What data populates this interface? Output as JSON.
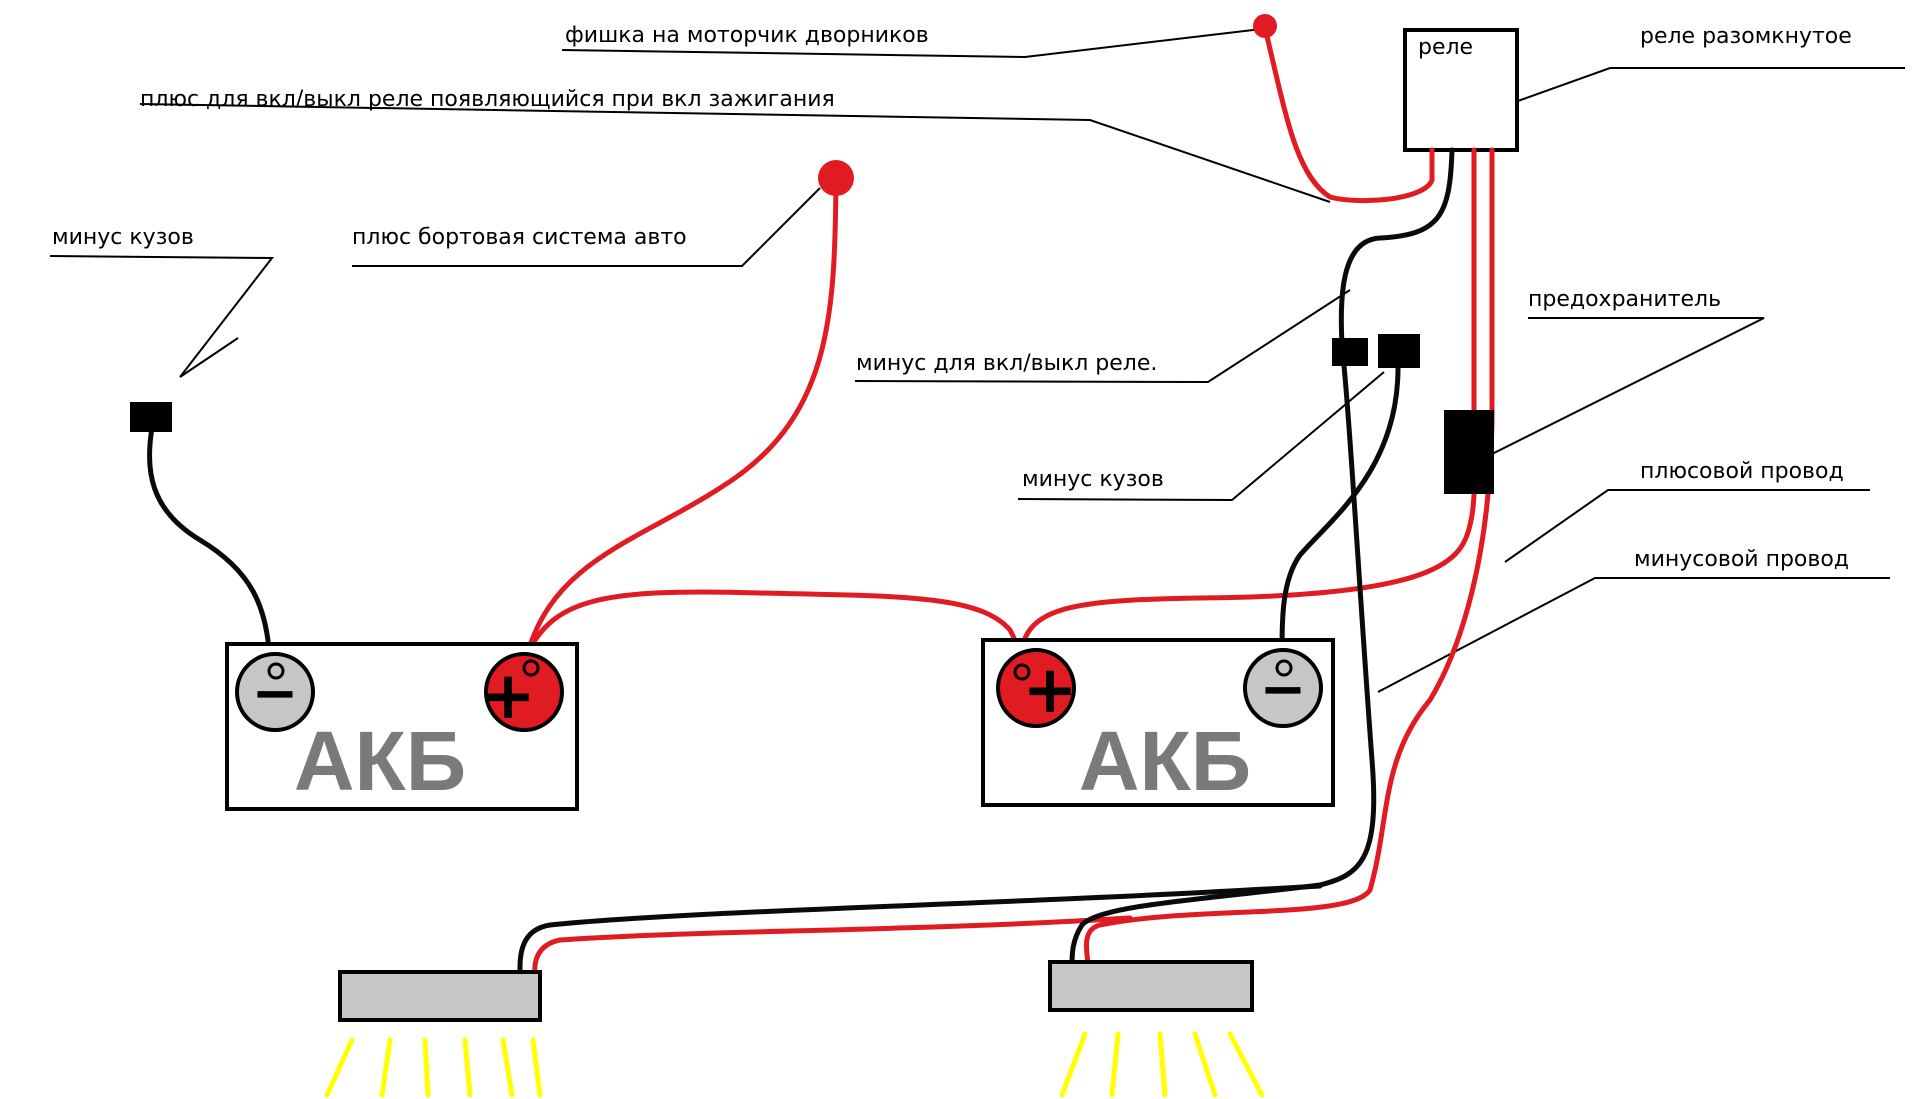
{
  "colors": {
    "wire_plus": "#e11b22",
    "wire_minus": "#0a0a0a",
    "terminal_minus": "#c6c6c6",
    "terminal_plus": "#e11b22",
    "lamp_body": "#c6c6c6",
    "light_rays": "#ffff00",
    "outline": "#000000"
  },
  "labels": {
    "fishka": "фишка на моторчик дворников",
    "plus_ignition": "плюс для вкл/выкл реле появляющийся при вкл зажигания",
    "relay": "реле",
    "relay_open": "реле разомкнутое",
    "minus_body_left": "минус кузов",
    "plus_onboard": "плюс бортовая система авто",
    "minus_relay": "минус для вкл/выкл реле.",
    "fuse": "предохранитель",
    "minus_body_right": "минус кузов",
    "plus_wire": "плюсовой провод",
    "minus_wire": "минусовой провод"
  },
  "batteries": [
    {
      "name": "АКБ",
      "minus_symbol": "−",
      "plus_symbol": "+"
    },
    {
      "name": "АКБ",
      "minus_symbol": "−",
      "plus_symbol": "+"
    }
  ],
  "icons": {
    "relay": "relay-box-icon",
    "fuse": "fuse-icon",
    "ground": "ground-connector-icon",
    "lamp": "lamp-icon",
    "light": "light-rays-icon"
  }
}
